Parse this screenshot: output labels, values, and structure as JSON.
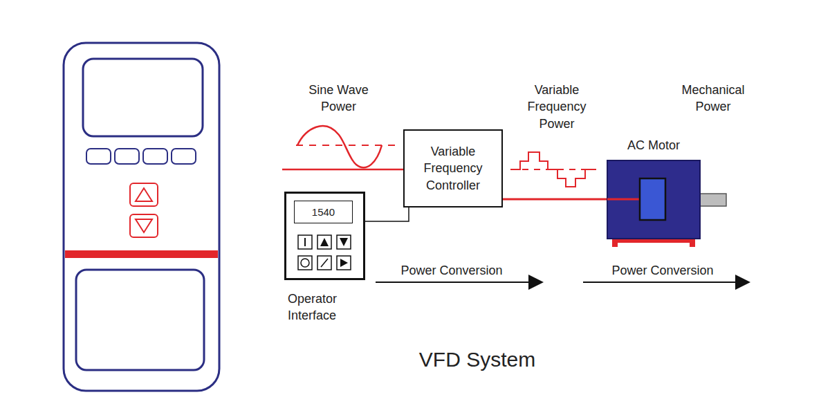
{
  "diagram": {
    "caption": "VFD System",
    "nodes": [
      {
        "text": [
          "Variable Frequency Controller"
        ]
      },
      {
        "text": [
          "1540",
          "Operator Interface"
        ]
      },
      {
        "text": [
          "AC Motor"
        ]
      }
    ],
    "edges": [
      {
        "from": 1,
        "to": 0,
        "arrow": "none"
      },
      {
        "from": 0,
        "to": 2,
        "arrow": "none"
      }
    ],
    "labels": [
      "Sine Wave Power",
      "Variable Frequency Power",
      "Mechanical Power",
      "Power Conversion",
      "Power Conversion"
    ]
  }
}
